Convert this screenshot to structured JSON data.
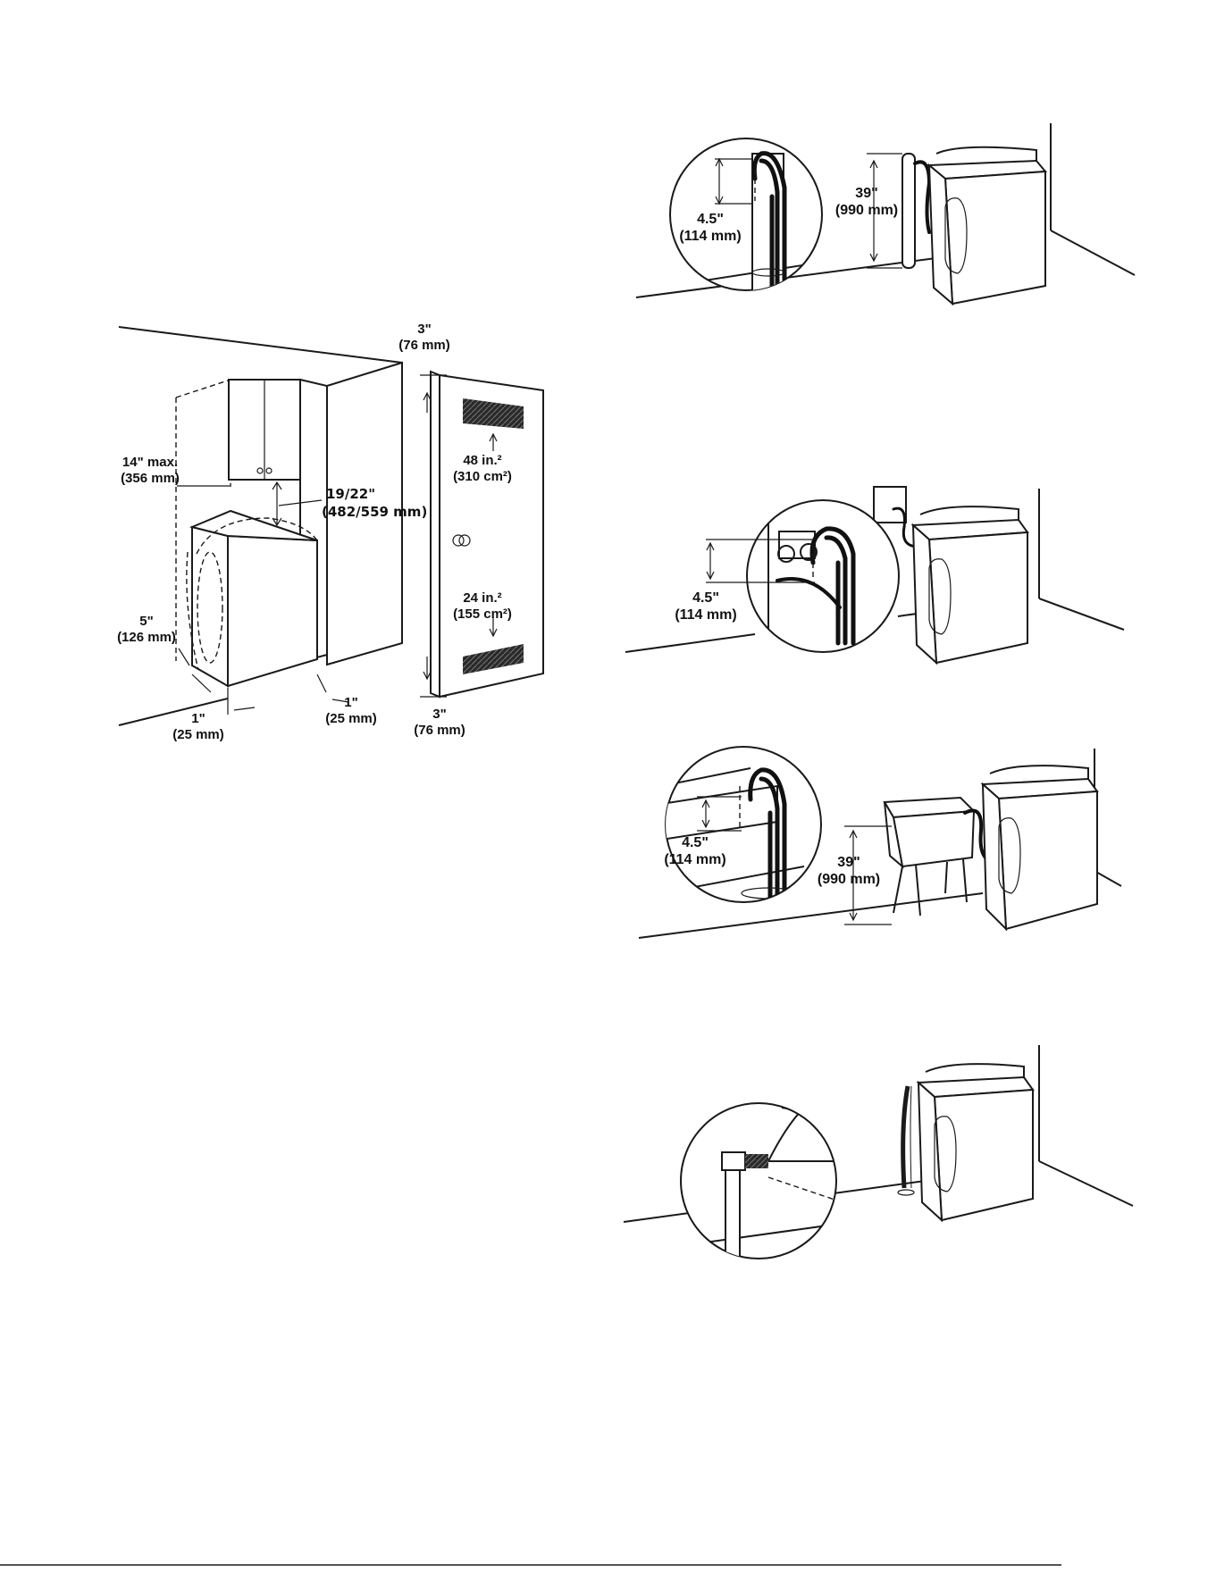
{
  "closet_figure": {
    "shelf_clearance": "14\" max.",
    "shelf_clearance_mm": "(356 mm)",
    "cabinet_clearance": "19/22\"",
    "cabinet_clearance_mm": "(482/559 mm)",
    "side_clearance": "5\"",
    "side_clearance_mm": "(126 mm)",
    "left_gap": "1\"",
    "left_gap_mm": "(25 mm)",
    "right_gap": "1\"",
    "right_gap_mm": "(25 mm)",
    "door_top_margin": "3\"",
    "door_top_margin_mm": "(76 mm)",
    "door_bottom_margin": "3\"",
    "door_bottom_margin_mm": "(76 mm)",
    "top_vent_area": "48 in.²",
    "top_vent_area_metric": "(310 cm²)",
    "bottom_vent_area": "24 in.²",
    "bottom_vent_area_metric": "(155 cm²)"
  },
  "standpipe_figure": {
    "insert_depth": "4.5\"",
    "insert_depth_mm": "(114 mm)",
    "standpipe_height": "39\"",
    "standpipe_height_mm": "(990 mm)"
  },
  "wall_drain_figure": {
    "insert_depth": "4.5\"",
    "insert_depth_mm": "(114 mm)"
  },
  "laundry_tub_figure": {
    "insert_depth": "4.5\"",
    "insert_depth_mm": "(114 mm)",
    "tub_height": "39\"",
    "tub_height_mm": "(990 mm)"
  },
  "floor_drain_figure": {}
}
